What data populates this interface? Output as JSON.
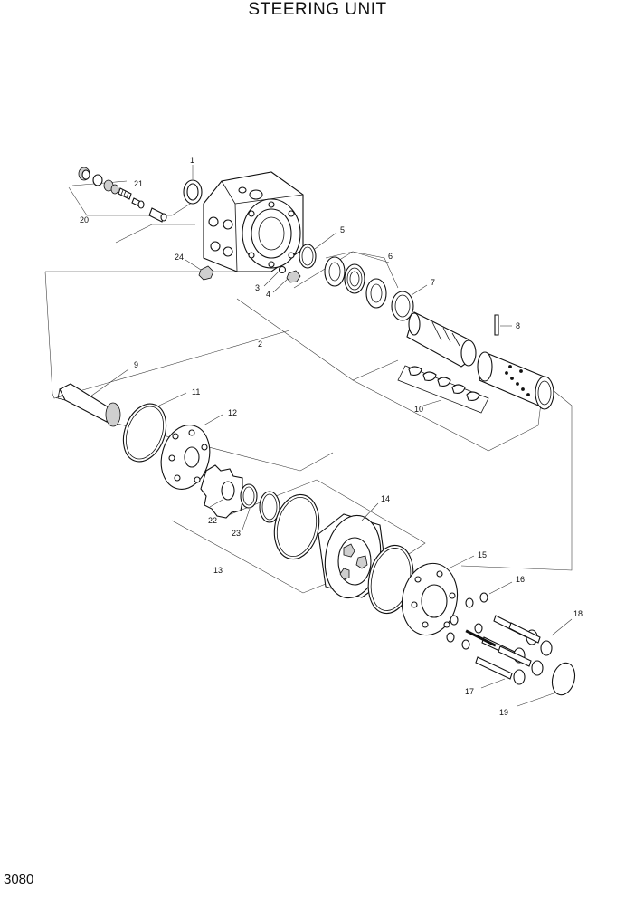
{
  "title": "STEERING UNIT",
  "page_number": "3080",
  "callouts": {
    "c1": "1",
    "c2": "2",
    "c3": "3",
    "c4": "4",
    "c5": "5",
    "c6": "6",
    "c7": "7",
    "c8": "8",
    "c9": "9",
    "c10": "10",
    "c11": "11",
    "c12": "12",
    "c13": "13",
    "c14": "14",
    "c15": "15",
    "c16": "16",
    "c17": "17",
    "c18": "18",
    "c19": "19",
    "c20": "20",
    "c21": "21",
    "c22": "22",
    "c23": "23",
    "c24": "24"
  }
}
